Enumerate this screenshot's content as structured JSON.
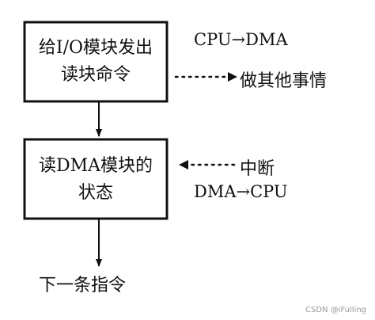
{
  "box1": {
    "line1": "给I/O模块发出",
    "line2": "读块命令"
  },
  "box2": {
    "line1": "读DMA模块的",
    "line2": "状态"
  },
  "labels": {
    "cpu_to_dma": "CPU→DMA",
    "other_work": "做其他事情",
    "interrupt": "中断",
    "dma_to_cpu": "DMA→CPU",
    "next_instruction": "下一条指令"
  },
  "watermark": "CSDN @iFulling"
}
